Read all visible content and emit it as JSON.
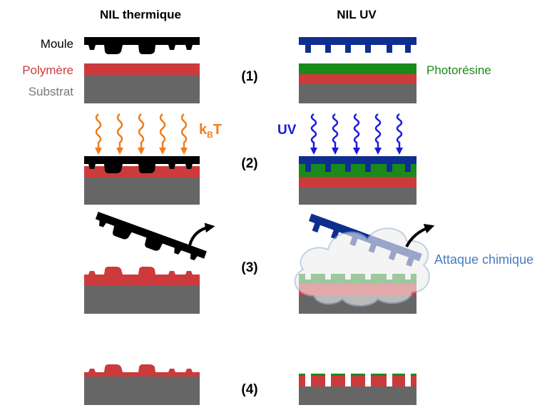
{
  "headers": {
    "thermal": "NIL thermique",
    "uv": "NIL UV"
  },
  "labels": {
    "mold": "Moule",
    "polymer": "Polymère",
    "substrate": "Substrat",
    "photoresist": "Photorésine",
    "kb_k": "k",
    "kb_sub": "B",
    "kb_t": "T",
    "uv": "UV",
    "etch": "Attaque chimique"
  },
  "steps": [
    "(1)",
    "(2)",
    "(3)",
    "(4)"
  ],
  "colors": {
    "mold_thermal": "#000000",
    "mold_uv": "#0e2f8f",
    "polymer": "#cc3a3c",
    "substrate": "#666666",
    "photoresist": "#1a8a1a",
    "heat": "#f07d1c",
    "uv_light": "#1a1adb",
    "etch_text": "#4a7bc4",
    "cloud_fill": "#eeeeee",
    "cloud_stroke": "#9db4d6"
  },
  "icons": {
    "heat": "wavy-arrow-icon",
    "uv": "wavy-arrow-icon",
    "removal": "curved-arrow-icon",
    "etch": "cloud-icon"
  }
}
